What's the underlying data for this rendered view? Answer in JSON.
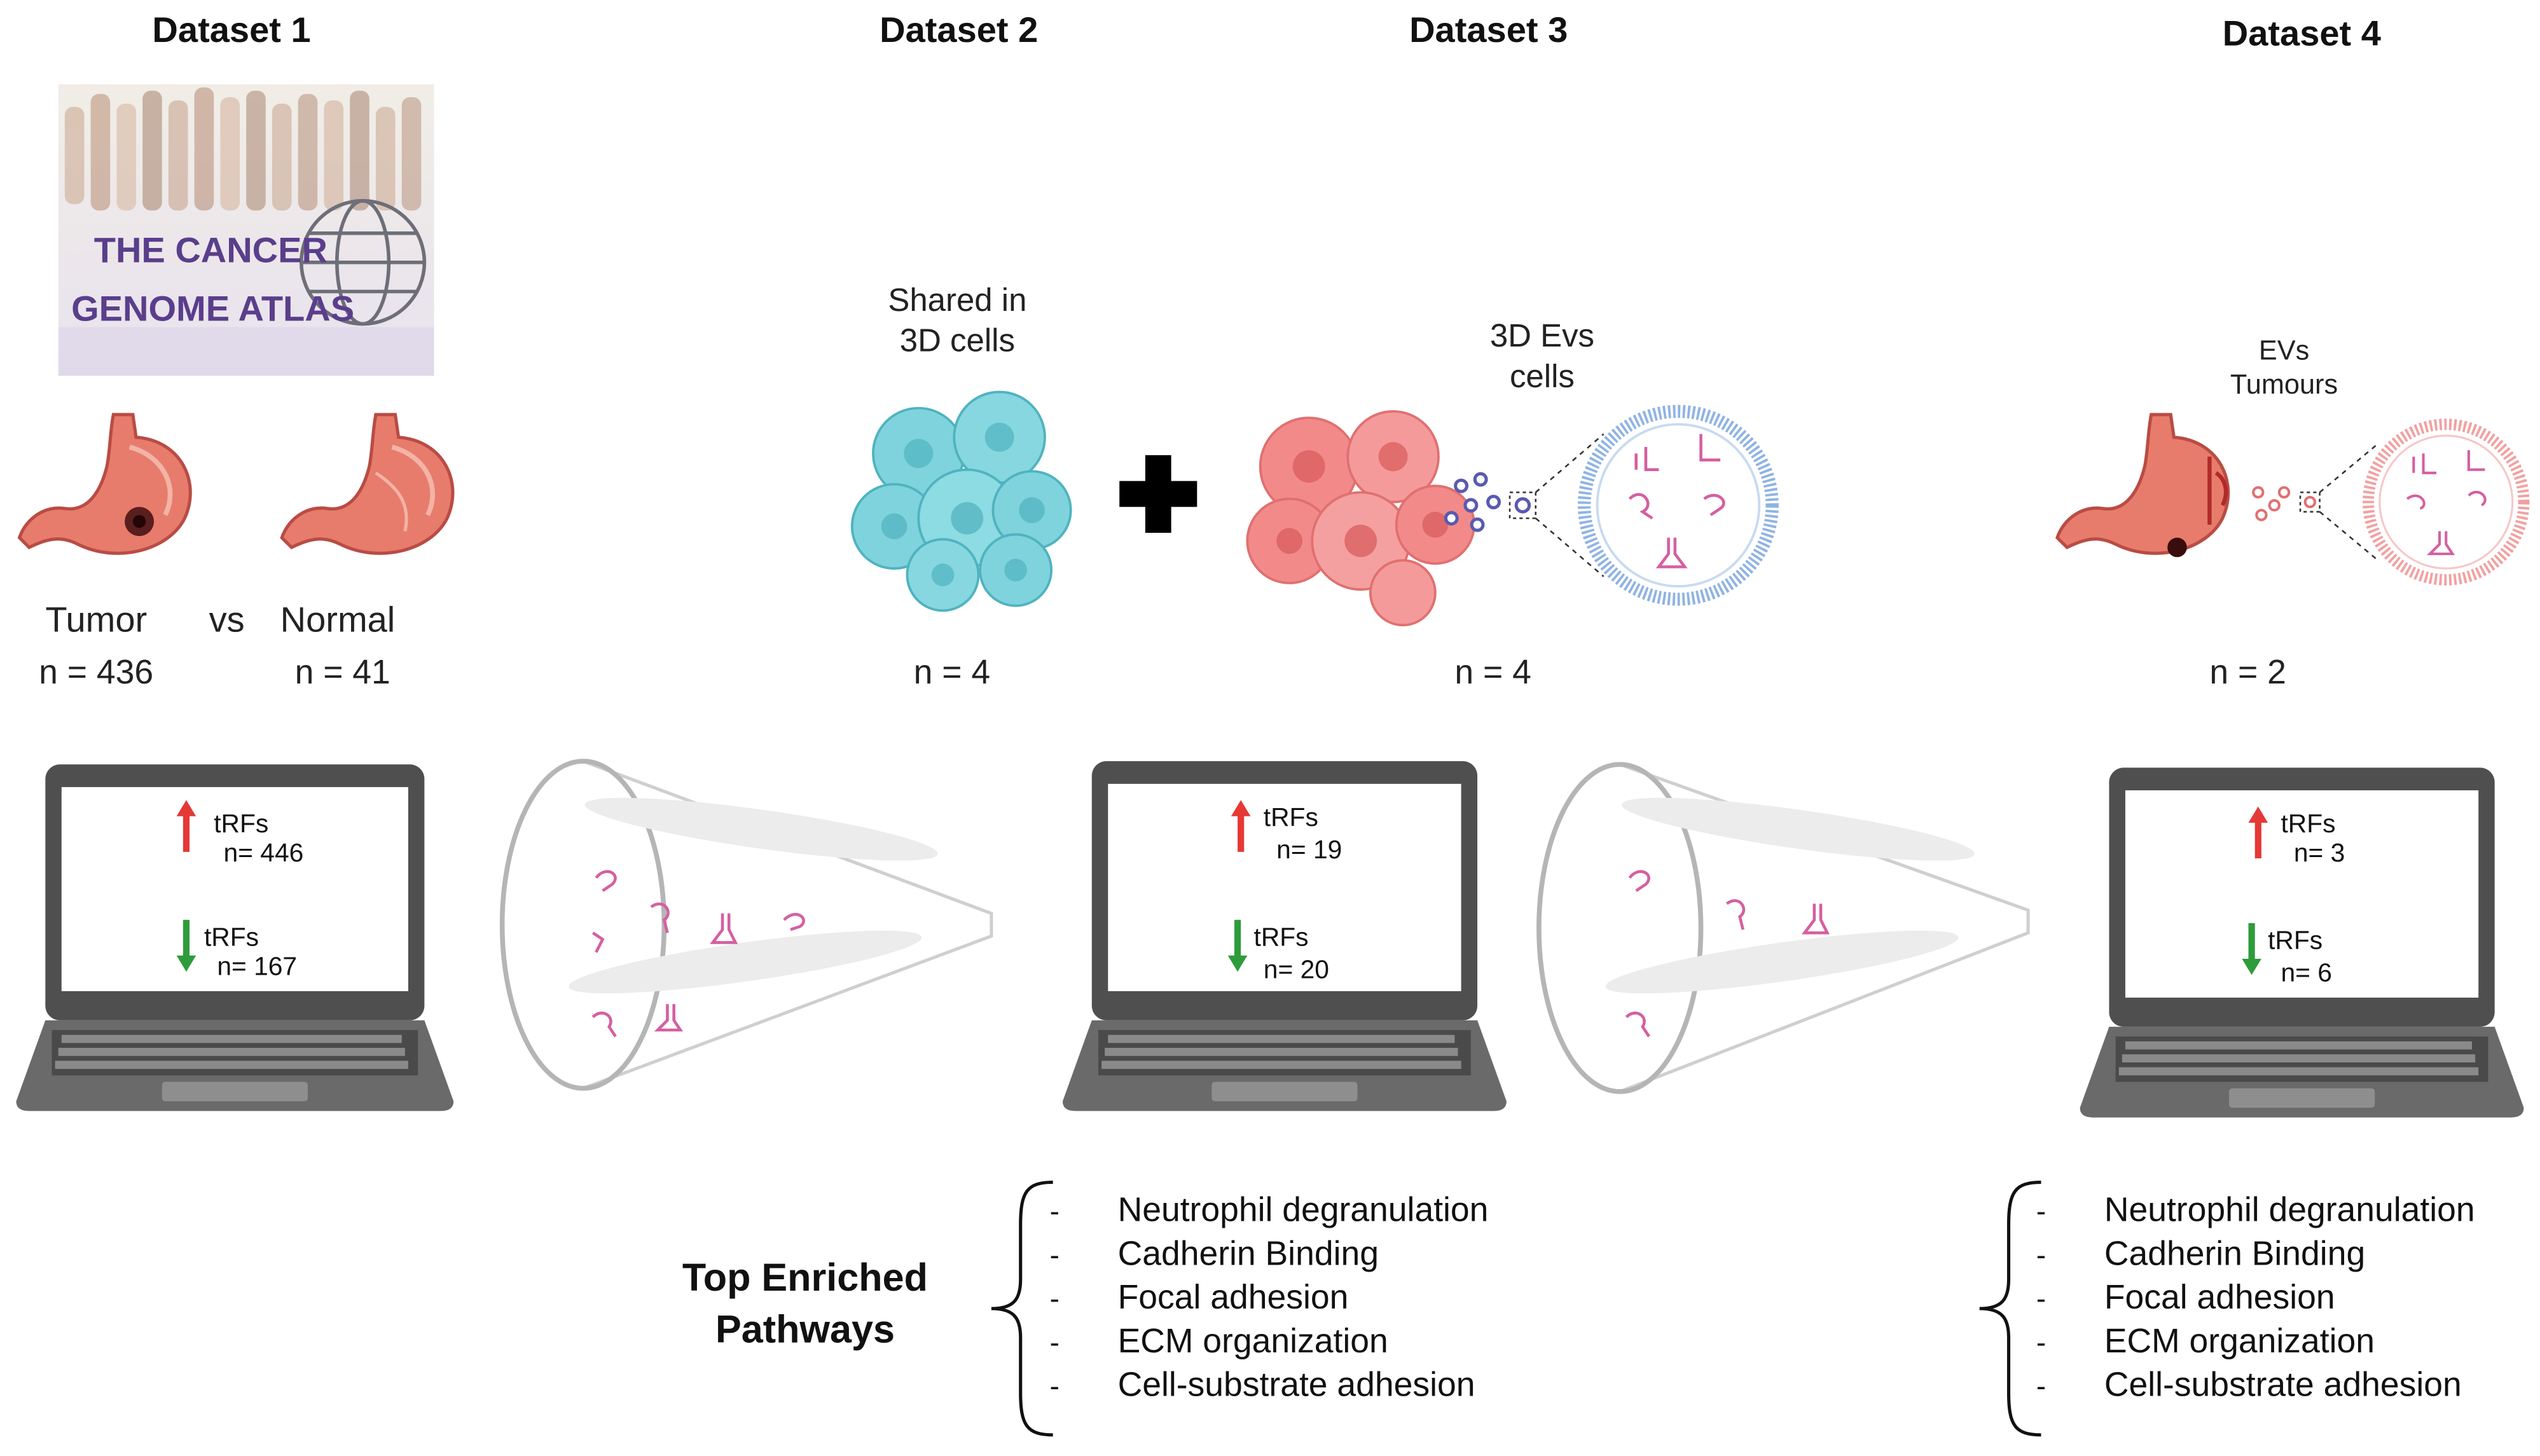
{
  "datasets": [
    {
      "title": "Dataset 1"
    },
    {
      "title": "Dataset 2"
    },
    {
      "title": "Dataset 3"
    },
    {
      "title": "Dataset 4"
    }
  ],
  "tcga": {
    "line1": "THE CANCER",
    "line2": "GENOME ATLAS"
  },
  "d1": {
    "tumor": "Tumor",
    "vs": "vs",
    "normal": "Normal",
    "n_tumor": "n = 436",
    "n_normal": "n = 41"
  },
  "d2": {
    "label": "Shared in\n3D cells",
    "n": "n = 4"
  },
  "d3": {
    "label": "3D Evs\ncells",
    "n": "n = 4"
  },
  "d4": {
    "label": "EVs\nTumours",
    "n": "n = 2"
  },
  "laptops": [
    {
      "up_label": "tRFs",
      "up_n": "n= 446",
      "down_label": "tRFs",
      "down_n": "n= 167"
    },
    {
      "up_label": "tRFs",
      "up_n": "n=  19",
      "down_label": "tRFs",
      "down_n": "n=  20"
    },
    {
      "up_label": "tRFs",
      "up_n": "n=  3",
      "down_label": "tRFs",
      "down_n": "n=  6"
    }
  ],
  "pathways": {
    "title_line1": "Top Enriched",
    "title_line2": "Pathways",
    "dash": "-",
    "items": [
      "Neutrophil degranulation",
      "Cadherin Binding",
      "Focal adhesion",
      "ECM organization",
      "Cell-substrate adhesion"
    ]
  },
  "colors": {
    "up": "#e53935",
    "down": "#2e9c3a",
    "stomach": "#e77c6c",
    "cyan_cells": "#7fd3dc",
    "pink_cells": "#f28a8a",
    "vesicle": "#8fb3e3",
    "trf": "#d55fa0"
  }
}
